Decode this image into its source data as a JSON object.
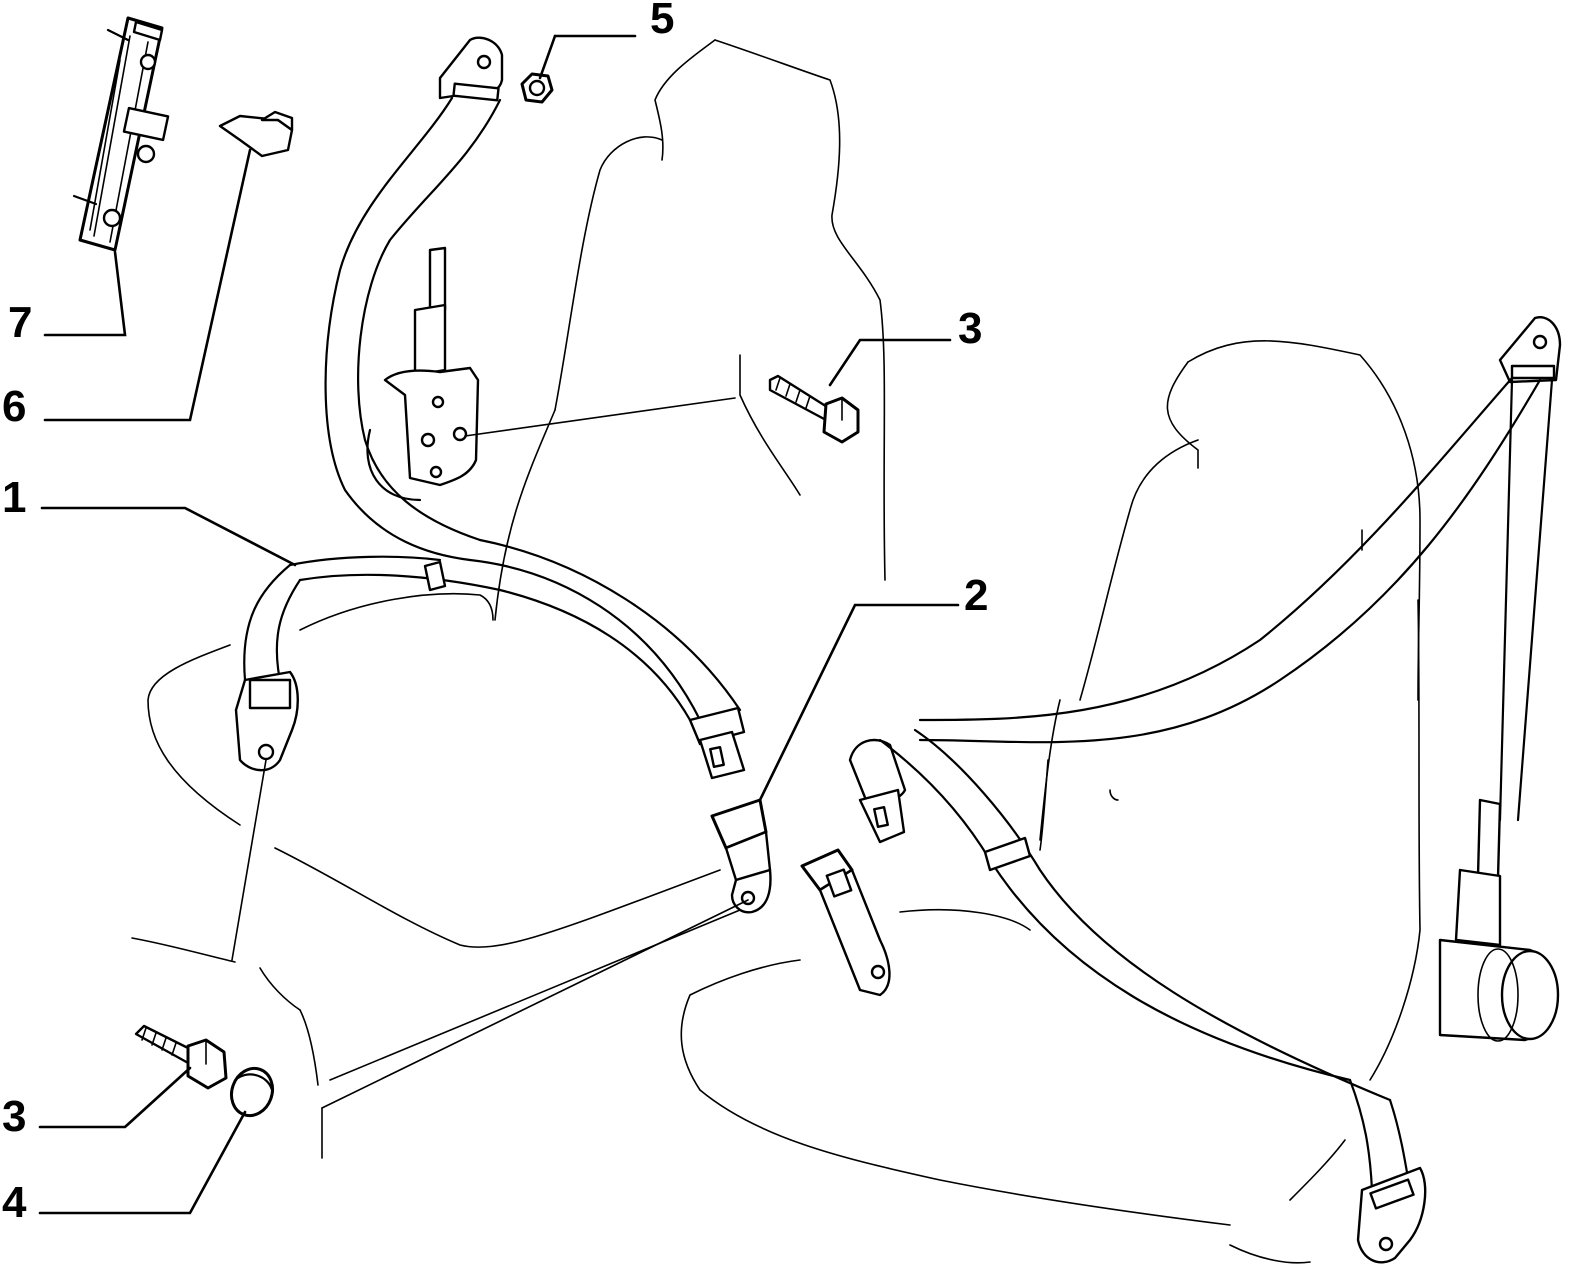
{
  "callouts": [
    {
      "id": "7",
      "label": "7"
    },
    {
      "id": "6",
      "label": "6"
    },
    {
      "id": "5",
      "label": "5"
    },
    {
      "id": "3a",
      "label": "3"
    },
    {
      "id": "1",
      "label": "1"
    },
    {
      "id": "2",
      "label": "2"
    },
    {
      "id": "3b",
      "label": "3"
    },
    {
      "id": "4",
      "label": "4"
    }
  ],
  "parts": [
    {
      "ref": "1",
      "name": "seat-belt-assembly"
    },
    {
      "ref": "2",
      "name": "buckle"
    },
    {
      "ref": "3",
      "name": "bolt"
    },
    {
      "ref": "4",
      "name": "cap"
    },
    {
      "ref": "5",
      "name": "nut"
    },
    {
      "ref": "6",
      "name": "clip"
    },
    {
      "ref": "7",
      "name": "height-adjuster"
    }
  ]
}
